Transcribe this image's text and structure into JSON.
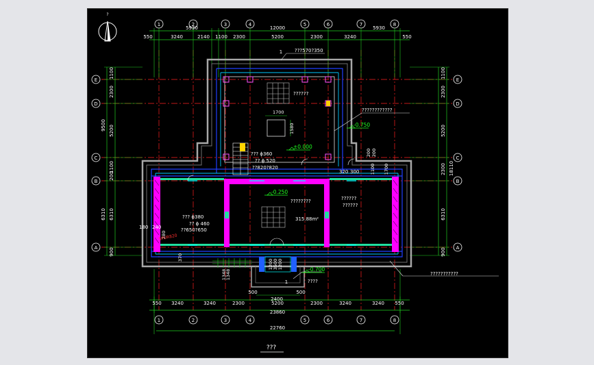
{
  "viewer": {
    "background": "#e4e5e9"
  },
  "drawing": {
    "north_label": "?",
    "title": "???",
    "axes_columns": [
      "1",
      "2",
      "3",
      "4",
      "5",
      "6",
      "7",
      "8"
    ],
    "axes_rows": [
      "E",
      "D",
      "C",
      "B",
      "A"
    ],
    "top_dims_outer": [
      "5930",
      "12000",
      "5930"
    ],
    "top_dims_inner": [
      "550",
      "3240",
      "2140",
      "1100",
      "2300",
      "5200",
      "2300",
      "3240",
      "550"
    ],
    "bottom_dims_inner": [
      "550",
      "3240",
      "3240",
      "2300",
      "5200",
      "2300",
      "3240",
      "3240",
      "550"
    ],
    "bottom_total_inner": "23860",
    "bottom_total_outer": "22760",
    "left_dims": [
      "1100",
      "2300",
      "5200",
      "1100",
      "200",
      "6310",
      "900"
    ],
    "left_total": "9500",
    "right_dims": [
      "1100",
      "2300",
      "5200",
      "2300",
      "6310",
      "900"
    ],
    "right_total": "18110",
    "annotations": {
      "callout_1_top": "1",
      "callout_top_text": "???570?350",
      "upper_room": "??????",
      "upper_room_elev": "-0.750",
      "upper_room_note": "????????????",
      "opening_w": "1700",
      "opening_h": "1580",
      "level_zero": "±0.000",
      "pipe_a": "???  ɸ360",
      "pipe_a2": "?? ɸ 520",
      "pipe_a3": "??820?820",
      "lower_elev": "-0.250",
      "lower_room_a": "????????",
      "lower_room_b": "??????",
      "lower_room_c": "??????",
      "area": "315.88m²",
      "pipe_b": "???  ɸ380",
      "pipe_b2": "?? ɸ 460",
      "pipe_b3": "??650?650",
      "red_tag": "SPUR820",
      "small_dim_1": "320",
      "small_dim_2": "300",
      "small_dim_3": "200",
      "small_dim_4": "200",
      "small_dim_5": "1100",
      "small_dim_6": "1700",
      "small_dim_7": "240",
      "small_dim_8": "180",
      "small_dim_9": "280",
      "small_dim_10": "370",
      "entry_elev": "-0.700",
      "entry_label": "????",
      "entry_callout": "1",
      "entry_dims": [
        "500",
        "2400",
        "500"
      ],
      "entry_side_dims": [
        "1348",
        "1348"
      ],
      "entry_small": [
        "1200",
        "3500",
        "1200"
      ],
      "south_note": "???????????"
    }
  }
}
